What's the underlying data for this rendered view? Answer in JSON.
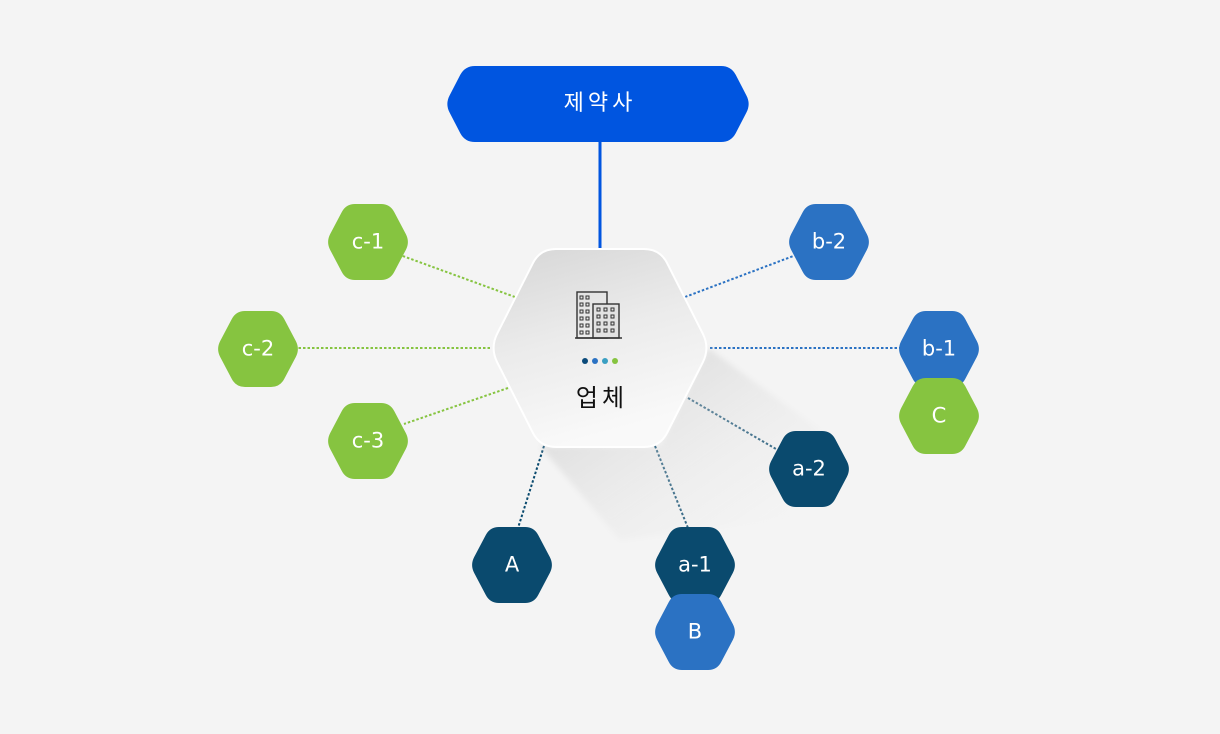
{
  "diagram": {
    "top_node": {
      "label": "제약사",
      "color": "#0055e0"
    },
    "center_node": {
      "label": "업체",
      "icon": "building-icon",
      "dot_colors": [
        "#0a4a7a",
        "#2b72c3",
        "#3a9fc2",
        "#86c440"
      ]
    },
    "colors": {
      "green": "#86c440",
      "blue": "#2b72c3",
      "navy": "#0a4a6e",
      "top_link": "#0055e0"
    },
    "nodes": [
      {
        "id": "c-1",
        "label": "c-1",
        "color": "#86c440"
      },
      {
        "id": "c-2",
        "label": "c-2",
        "color": "#86c440"
      },
      {
        "id": "c-3",
        "label": "c-3",
        "color": "#86c440"
      },
      {
        "id": "b-2",
        "label": "b-2",
        "color": "#2b72c3"
      },
      {
        "id": "b-1",
        "label": "b-1",
        "color": "#2b72c3"
      },
      {
        "id": "C",
        "label": "C",
        "color": "#86c440"
      },
      {
        "id": "a-2",
        "label": "a-2",
        "color": "#0a4a6e"
      },
      {
        "id": "A",
        "label": "A",
        "color": "#0a4a6e"
      },
      {
        "id": "a-1",
        "label": "a-1",
        "color": "#0a4a6e"
      },
      {
        "id": "B",
        "label": "B",
        "color": "#2b72c3"
      }
    ],
    "links": [
      {
        "from": "center",
        "to": "top",
        "style": "solid",
        "color": "#0055e0"
      },
      {
        "from": "center",
        "to": "c-1",
        "style": "dotted",
        "color": "#86c440"
      },
      {
        "from": "center",
        "to": "c-2",
        "style": "dotted",
        "color": "#86c440"
      },
      {
        "from": "center",
        "to": "c-3",
        "style": "dotted",
        "color": "#86c440"
      },
      {
        "from": "center",
        "to": "b-2",
        "style": "dotted",
        "color": "#2b72c3"
      },
      {
        "from": "center",
        "to": "b-1",
        "style": "dotted",
        "color": "#2b72c3"
      },
      {
        "from": "center",
        "to": "a-2",
        "style": "dotted",
        "color": "#0a4a6e"
      },
      {
        "from": "center",
        "to": "A",
        "style": "dotted",
        "color": "#0a4a6e"
      },
      {
        "from": "center",
        "to": "a-1",
        "style": "dotted",
        "color": "#0a4a6e"
      }
    ]
  }
}
